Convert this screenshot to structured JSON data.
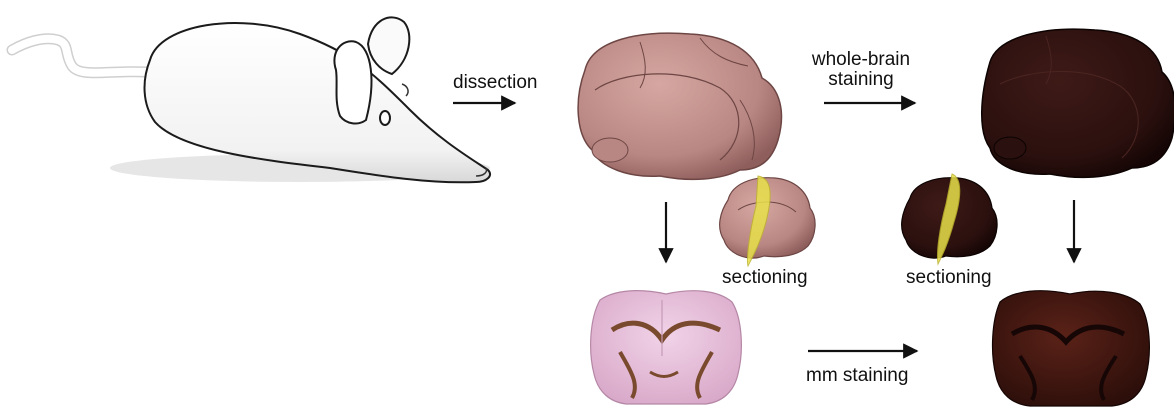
{
  "labels": {
    "dissection": "dissection",
    "whole_brain_staining_line1": "whole-brain",
    "whole_brain_staining_line2": "staining",
    "sectioning_left": "sectioning",
    "sectioning_right": "sectioning",
    "mm_staining": "mm staining"
  },
  "colors": {
    "brain_unstained": "#b98783",
    "brain_unstained_dark": "#8e5e5c",
    "brain_stained": "#2c1210",
    "brain_stained_dark": "#150605",
    "section_unstained": "#e9c2dd",
    "section_stained": "#3a1410",
    "tract_brown": "#7a4a2e",
    "plane_yellow": "#e8e04a",
    "arrow": "#111111"
  },
  "icons": {
    "mouse": "mouse-illustration",
    "arrow": "arrow-icon"
  }
}
